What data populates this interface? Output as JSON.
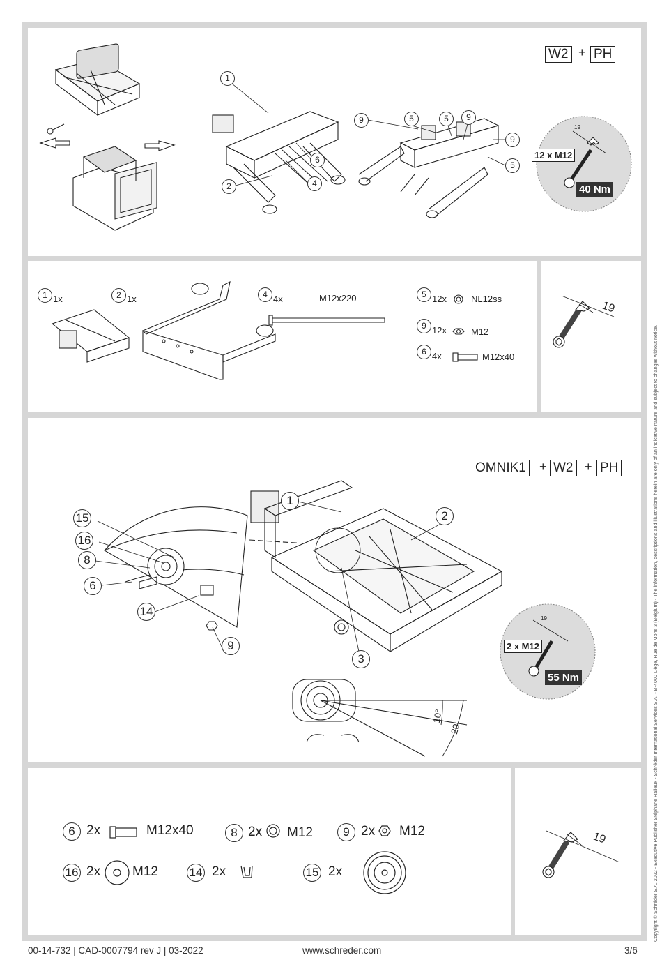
{
  "sections": {
    "s1": {
      "badges": [
        "W2",
        "PH"
      ],
      "plus": "+",
      "callouts": [
        "1",
        "6",
        "2",
        "4",
        "9",
        "5",
        "5",
        "9",
        "9",
        "5"
      ],
      "torque": {
        "spec": "12 x M12",
        "value": "40 Nm",
        "wrench": "19"
      }
    },
    "parts1": {
      "items": [
        {
          "num": "1",
          "qty": "1x"
        },
        {
          "num": "2",
          "qty": "1x"
        },
        {
          "num": "4",
          "qty": "4x",
          "spec": "M12x220"
        },
        {
          "num": "5",
          "qty": "12x",
          "spec": "NL12ss"
        },
        {
          "num": "9",
          "qty": "12x",
          "spec": "M12"
        },
        {
          "num": "6",
          "qty": "4x",
          "spec": "M12x40"
        }
      ],
      "wrench": "19"
    },
    "s3": {
      "badges": [
        "OMNIK1",
        "W2",
        "PH"
      ],
      "plus": "+",
      "callouts": [
        "1",
        "2",
        "15",
        "16",
        "8",
        "6",
        "14",
        "9",
        "3"
      ],
      "angles": [
        "10°",
        "20°"
      ],
      "torque": {
        "spec": "2 x M12",
        "value": "55 Nm",
        "wrench": "19"
      }
    },
    "parts2": {
      "items": [
        {
          "num": "6",
          "qty": "2x",
          "spec": "M12x40"
        },
        {
          "num": "8",
          "qty": "2x",
          "spec": "M12"
        },
        {
          "num": "9",
          "qty": "2x",
          "spec": "M12"
        },
        {
          "num": "16",
          "qty": "2x",
          "spec": "M12"
        },
        {
          "num": "14",
          "qty": "2x"
        },
        {
          "num": "15",
          "qty": "2x"
        }
      ],
      "wrench": "19"
    }
  },
  "footer": {
    "doc_ref": "00-14-732 | CAD-0007794 rev J | 03-2022",
    "website": "www.schreder.com",
    "page": "3/6"
  },
  "side_note": "Copyright © Schréder S.A. 2022 - Executive Publisher Stéphane Halleux - Schréder International Services S.A. - B-4000 Liège, Rue de Mons 3 (Belgium) - The information, descriptions and illustrations herein are only of an indicative nature and subject to changes without notice."
}
